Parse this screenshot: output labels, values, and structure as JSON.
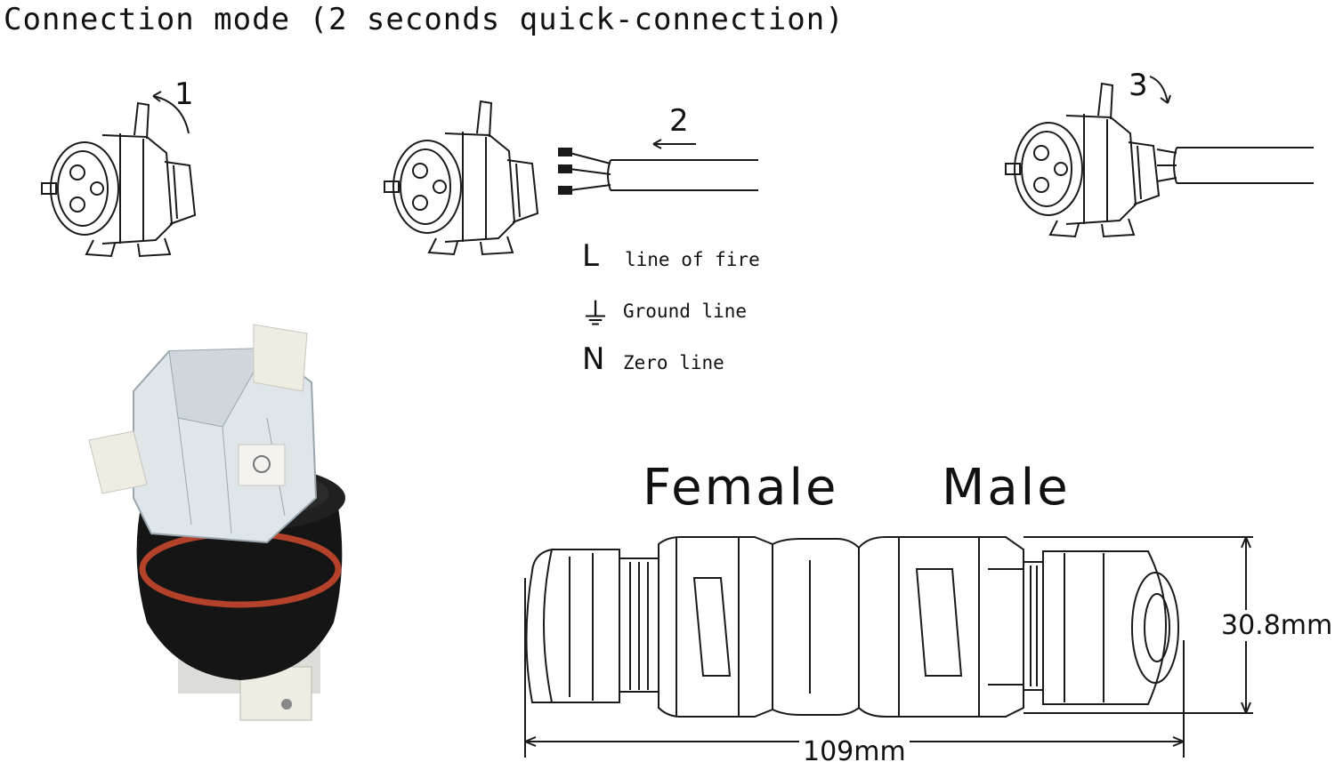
{
  "title": "Connection mode (2 seconds quick-connection)",
  "steps": [
    {
      "number": "1"
    },
    {
      "number": "2"
    },
    {
      "number": "3"
    }
  ],
  "legend": [
    {
      "symbol": "L",
      "text": "line of fire"
    },
    {
      "symbol": "⏚",
      "text": "Ground line"
    },
    {
      "symbol": "N",
      "text": "Zero line"
    }
  ],
  "connector": {
    "female_label": "Female",
    "male_label": "Male",
    "height_dim": "30.8mm",
    "length_dim": "109mm"
  },
  "colors": {
    "line": "#1a1a1a",
    "seal": "#b4412a",
    "body_black": "#151515",
    "clear_plastic": "#dfe6ea",
    "tab_white": "#efece3"
  }
}
